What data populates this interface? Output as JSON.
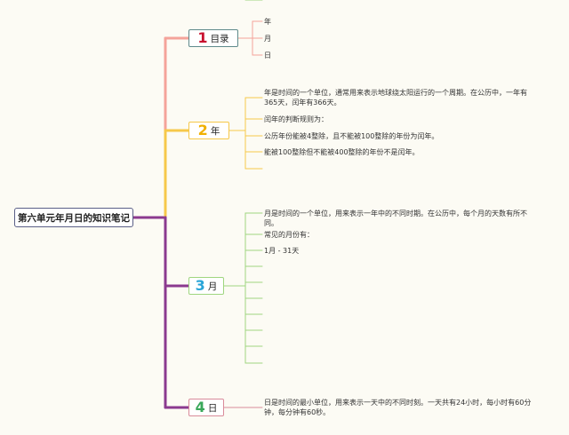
{
  "root": {
    "label": "第六单元年月日的知识笔记",
    "color": "#8b3a8f"
  },
  "branches": [
    {
      "number": "1",
      "label": "目录",
      "number_color": "#c8102e",
      "line_color": "#f4a39a",
      "leaves": [
        "年",
        "月",
        "日"
      ]
    },
    {
      "number": "2",
      "label": "年",
      "number_color": "#f0b000",
      "line_color": "#f6c84a",
      "leaves": [
        "年是时间的一个单位，通常用来表示地球绕太阳运行的一个周期。在公历中，一年有365天，闰年有366天。",
        "闰年的判断规则为：",
        "公历年份能被4整除，且不能被100整除的年份为闰年。",
        "能被100整除但不能被400整除的年份不是闰年。",
        ""
      ]
    },
    {
      "number": "3",
      "label": "月",
      "number_color": "#2aa5d8",
      "line_color": "#9fd67f",
      "leaves": [
        "月是时间的一个单位，用来表示一年中的不同时期。在公历中，每个月的天数有所不同。",
        "常见的月份有：",
        "1月 - 31天",
        "",
        "",
        "",
        "",
        "",
        "",
        "",
        ""
      ]
    },
    {
      "number": "4",
      "label": "日",
      "number_color": "#3aa85a",
      "line_color": "#d98b9a",
      "leaves": [
        "日是时间的最小单位，用来表示一天中的不同时刻。一天共有24小时，每小时有60分钟，每分钟有60秒。"
      ]
    }
  ]
}
